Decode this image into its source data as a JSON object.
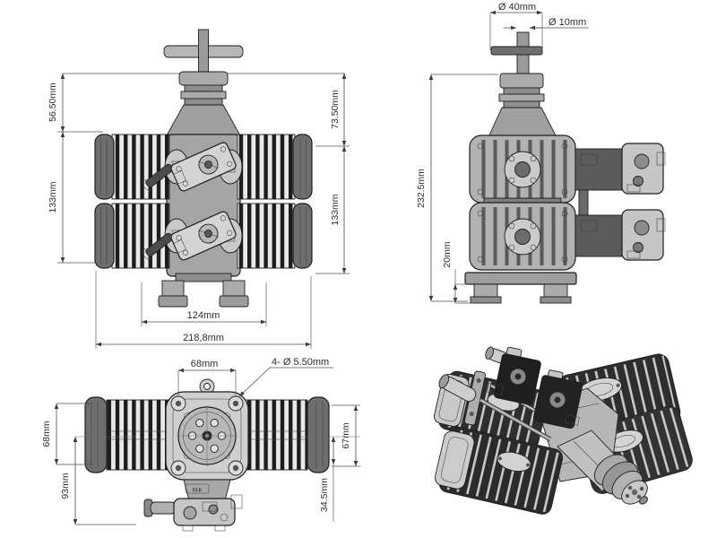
{
  "colors": {
    "background": "#ffffff",
    "ink": "#1f1f1f",
    "dim_line": "#4f4f4f",
    "dim_text": "#2e2e2e",
    "metal_light": "#d9d9d9",
    "metal_mid": "#b3b3b3",
    "metal_dark": "#8c8c8c",
    "fin_dark": "#1d1d1d"
  },
  "front_view": {
    "height_upper_left": "56.50mm",
    "height_cylinder_left": "133mm",
    "height_upper_right": "73.50mm",
    "height_cylinder_right": "133mm",
    "width_mount": "124mm",
    "width_total": "218,8mm"
  },
  "side_view": {
    "hub_diameter": "Ø 40mm",
    "shaft_diameter": "Ø 10mm",
    "height_total": "232.5mm",
    "height_standoff": "20mm"
  },
  "top_view": {
    "bolt_span_h": "68mm",
    "bolt_hole_note": "4- Ø 5.50mm",
    "bolt_span_v": "68mm",
    "center_to_carb": "93mm",
    "cylinder_span": "67mm",
    "center_to_mount": "34.5mm",
    "brand": "DLE"
  }
}
